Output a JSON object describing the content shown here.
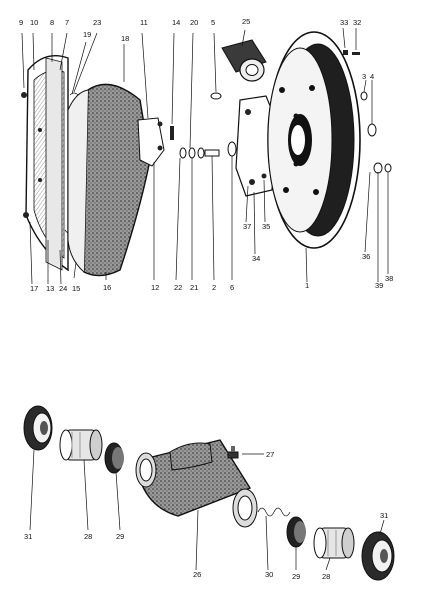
{
  "diagram": {
    "labels": [
      "9",
      "10",
      "8",
      "7",
      "23",
      "19",
      "18",
      "11",
      "14",
      "20",
      "25",
      "5",
      "33",
      "32",
      "3",
      "4",
      "17",
      "13",
      "24",
      "15",
      "16",
      "12",
      "22",
      "21",
      "2",
      "6",
      "37",
      "35",
      "34",
      "1",
      "36",
      "39",
      "38",
      "27",
      "31",
      "28",
      "29",
      "26",
      "30",
      "29",
      "28",
      "31"
    ]
  },
  "colors": {
    "ink": "#111111",
    "paper": "#ffffff",
    "lining": "#3a3a3a"
  }
}
